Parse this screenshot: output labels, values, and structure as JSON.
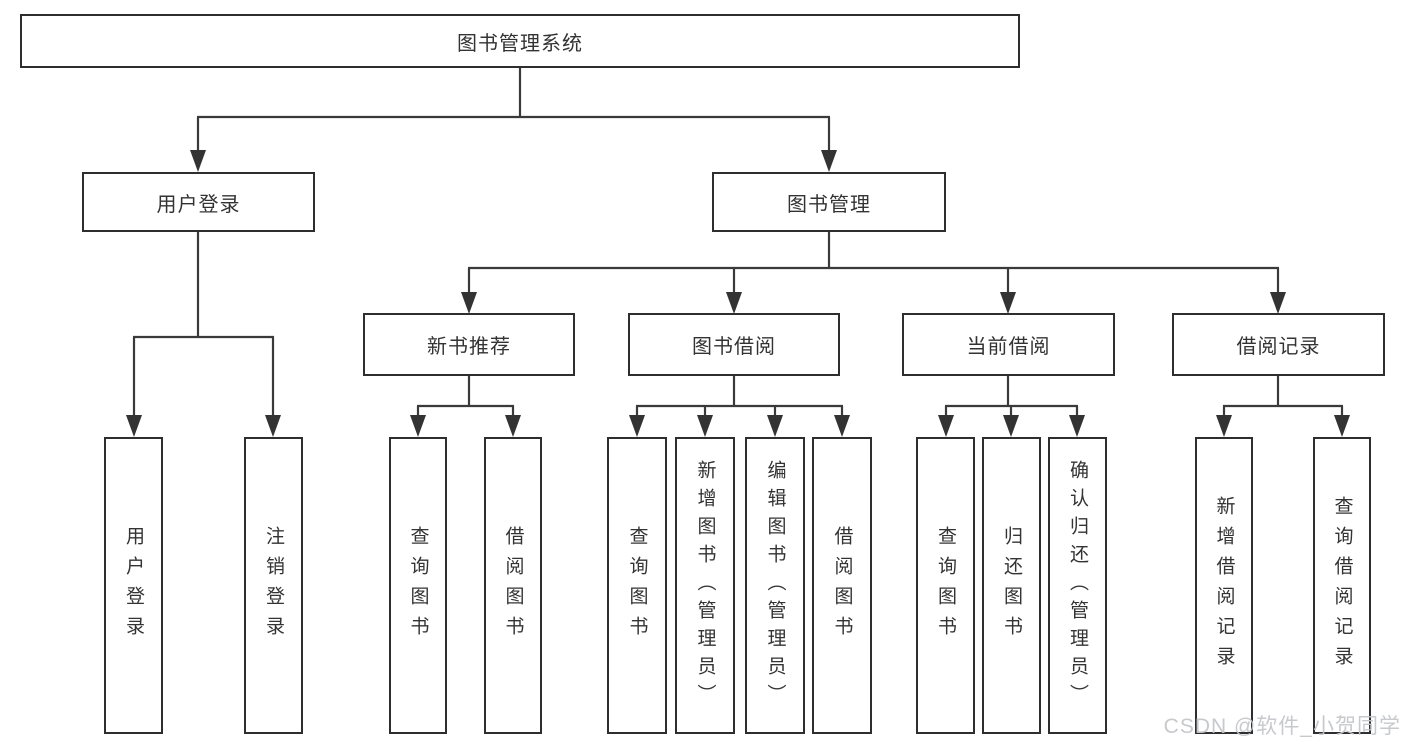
{
  "colors": {
    "background": "#ffffff",
    "box_border": "#2e2e2e",
    "connector_line": "#3a3a3a",
    "text": "#333333",
    "watermark": "#c4c6ca"
  },
  "watermark": {
    "text": "CSDN @软件_小贺同学"
  },
  "tree": {
    "root": {
      "label": "图书管理系统",
      "children": [
        {
          "label": "用户登录",
          "children": [
            {
              "label": "用户登录"
            },
            {
              "label": "注销登录"
            }
          ]
        },
        {
          "label": "图书管理",
          "children": [
            {
              "label": "新书推荐",
              "children": [
                {
                  "label": "查询图书"
                },
                {
                  "label": "借阅图书"
                }
              ]
            },
            {
              "label": "图书借阅",
              "children": [
                {
                  "label": "查询图书"
                },
                {
                  "label": "新增图书（管理员）"
                },
                {
                  "label": "编辑图书（管理员）"
                },
                {
                  "label": "借阅图书"
                }
              ]
            },
            {
              "label": "当前借阅",
              "children": [
                {
                  "label": "查询图书"
                },
                {
                  "label": "归还图书"
                },
                {
                  "label": "确认归还（管理员）"
                }
              ]
            },
            {
              "label": "借阅记录",
              "children": [
                {
                  "label": "新增借阅记录"
                },
                {
                  "label": "查询借阅记录"
                }
              ]
            }
          ]
        }
      ]
    }
  }
}
